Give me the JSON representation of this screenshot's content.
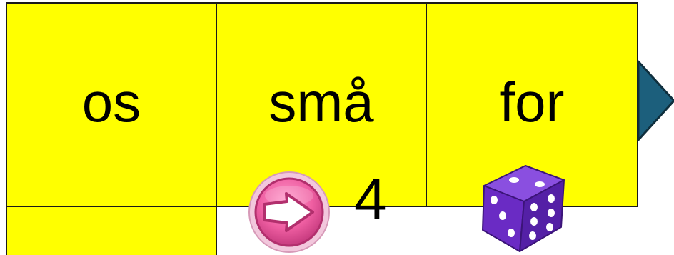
{
  "board": {
    "cells": [
      {
        "word": "os"
      },
      {
        "word": "små"
      },
      {
        "word": "for"
      },
      {
        "word": ""
      }
    ],
    "cell_color": "#ffff00",
    "next_arrow_icon": "triangle-right-icon",
    "next_arrow_color": "#1c5f7c"
  },
  "controls": {
    "advance_icon": "arrow-right-icon",
    "advance_color": "#ef5fa2",
    "moves_remaining": "4",
    "dice_icon": "dice-icon",
    "dice_color": "#6a2bc4"
  }
}
